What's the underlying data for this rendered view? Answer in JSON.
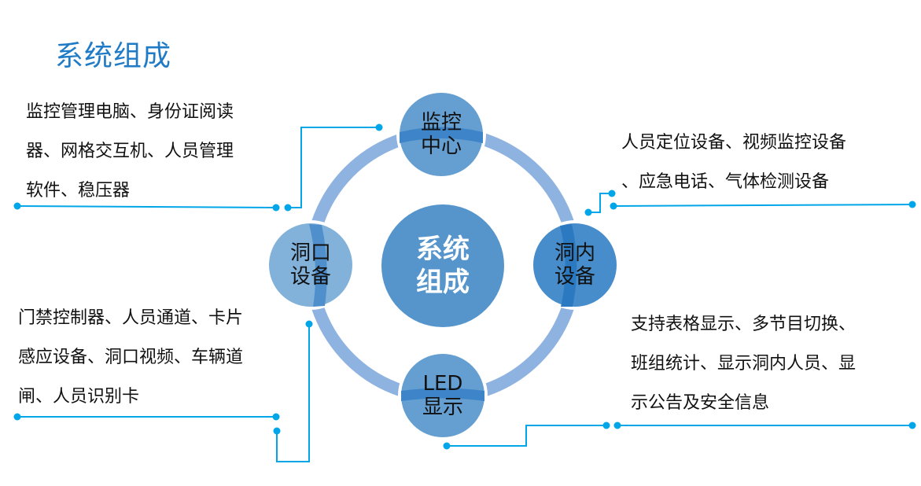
{
  "title": "系统组成",
  "center": {
    "line1": "系统",
    "line2": "组成"
  },
  "nodes": {
    "top": {
      "line1": "监控",
      "line2": "中心"
    },
    "left": {
      "line1": "洞口",
      "line2": "设备"
    },
    "right": {
      "line1": "洞内",
      "line2": "设备"
    },
    "bottom": {
      "line1": "LED",
      "line2": "显示"
    }
  },
  "descriptions": {
    "top_left": [
      "监控管理电脑、身份证阅读",
      "器、网格交互机、人员管理",
      "软件、稳压器"
    ],
    "top_right": [
      "人员定位设备、视频监控设备",
      "、应急电话、气体检测设备"
    ],
    "bottom_left": [
      "门禁控制器、人员通道、卡片",
      "感应设备、洞口视频、车辆道",
      "闸、人员识别卡"
    ],
    "bottom_right": [
      "支持表格显示、多节目切换、",
      "班组统计、显示洞内人员、显",
      "示公告及安全信息"
    ]
  },
  "colors": {
    "ring": "#8fb3e0",
    "connector": "#00a6e8",
    "title": "#1f7bc6",
    "center": "#5595cc"
  }
}
